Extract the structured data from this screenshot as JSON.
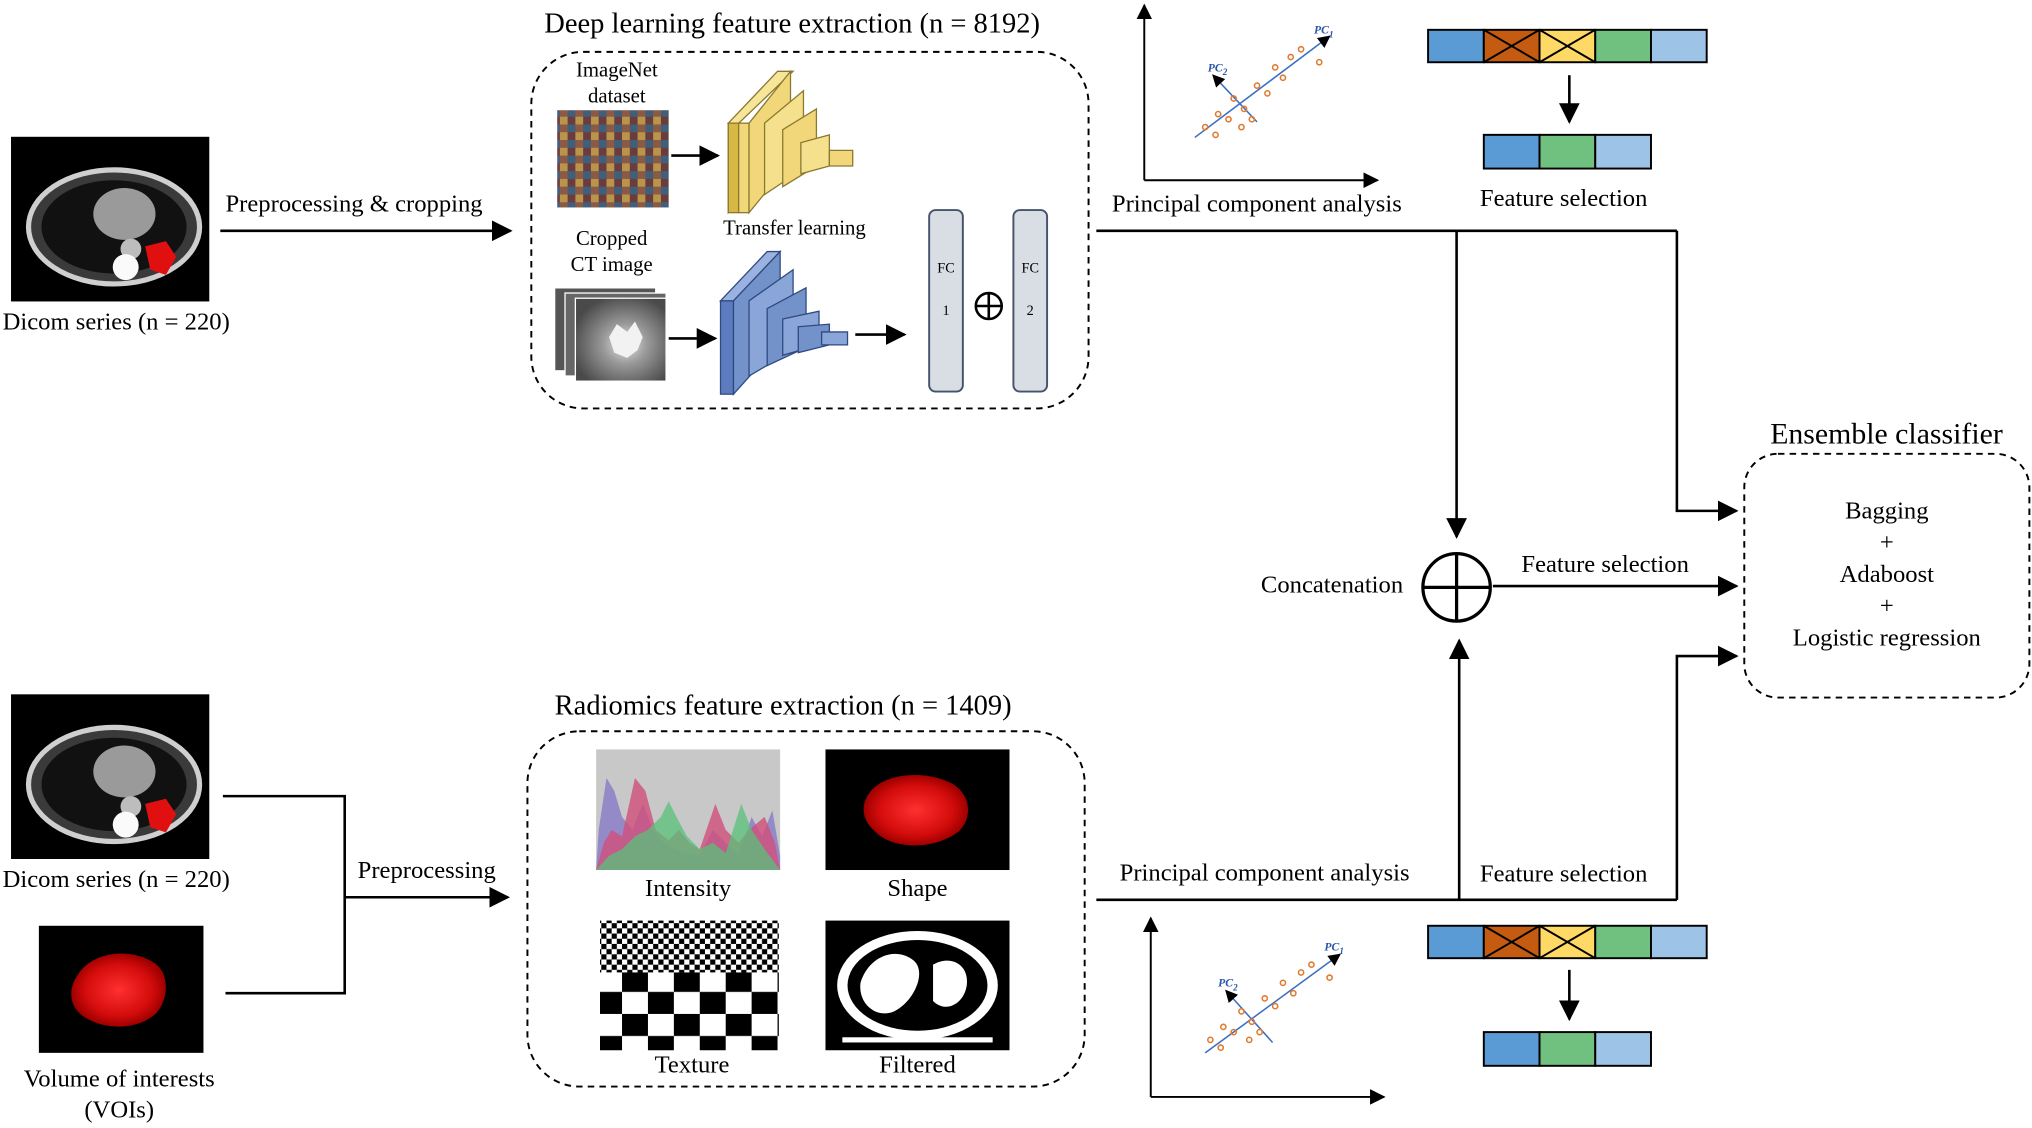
{
  "deep_learning": {
    "title": "Deep learning feature extraction (n = 8192)",
    "dicom_label": "Dicom series (n = 220)",
    "preprocess_label": "Preprocessing & cropping",
    "imagenet_label_line1": "ImageNet",
    "imagenet_label_line2": "dataset",
    "cropped_label_line1": "Cropped",
    "cropped_label_line2": "CT image",
    "transfer_learning": "Transfer learning",
    "fc1_label": "FC",
    "fc1_num": "1",
    "fc2_label": "FC",
    "fc2_num": "2",
    "pca_label": "Principal component analysis",
    "feature_selection_label": "Feature selection"
  },
  "radiomics": {
    "title": "Radiomics feature extraction (n = 1409)",
    "dicom_label": "Dicom series (n = 220)",
    "voi_label_line1": "Volume of interests",
    "voi_label_line2": "(VOIs)",
    "preprocess_label": "Preprocessing",
    "intensity_label": "Intensity",
    "shape_label": "Shape",
    "texture_label": "Texture",
    "filtered_label": "Filtered",
    "pca_label": "Principal component analysis",
    "feature_selection_label": "Feature selection"
  },
  "fusion": {
    "concatenation_label": "Concatenation",
    "feature_selection_label": "Feature selection"
  },
  "classifier": {
    "title": "Ensemble classifier",
    "line1": "Bagging",
    "plus1": "+",
    "line2": "Adaboost",
    "plus2": "+",
    "line3": "Logistic regression"
  },
  "pca_plot": {
    "pc1_label": "PC",
    "pc1_sub": "1",
    "pc2_label": "PC",
    "pc2_sub": "2"
  },
  "colors": {
    "feature_blue": "#5b9bd5",
    "feature_brown": "#c55a11",
    "feature_yellow": "#ffd966",
    "feature_green": "#70c17f",
    "feature_light_blue": "#9dc3e6",
    "cnn_yellow": "#f2d77a",
    "cnn_blue": "#7292c9",
    "fc_gray": "#d9dde4",
    "pca_points": "#e07a2f",
    "pca_axes": "#3a6fc4",
    "segmentation_red": "#e01010"
  }
}
